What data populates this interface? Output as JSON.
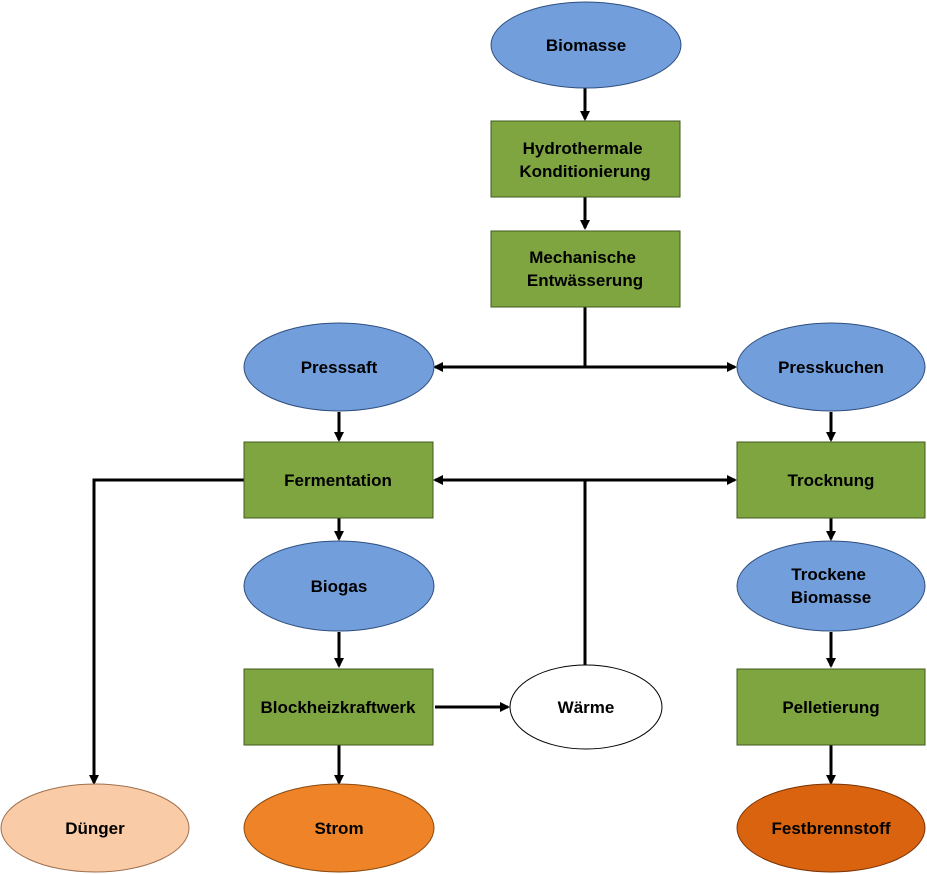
{
  "colors": {
    "ellipse_blue": "#729fdc",
    "box_green": "#7ea540",
    "duenger": "#f9cba6",
    "strom": "#ee8427",
    "festbrennstoff": "#d9630f",
    "waerme": "#ffffff",
    "stroke": "#000000"
  },
  "nodes": {
    "biomasse": {
      "lines": [
        "Biomasse"
      ]
    },
    "hydrothermale": {
      "lines": [
        "Hydrothermale",
        "Konditionierung"
      ]
    },
    "mechanische": {
      "lines": [
        "Mechanische",
        "Entwässerung"
      ]
    },
    "presssaft": {
      "lines": [
        "Presssaft"
      ]
    },
    "presskuchen": {
      "lines": [
        "Presskuchen"
      ]
    },
    "fermentation": {
      "lines": [
        "Fermentation"
      ]
    },
    "trocknung": {
      "lines": [
        "Trocknung"
      ]
    },
    "biogas": {
      "lines": [
        "Biogas"
      ]
    },
    "trockene_biomasse": {
      "lines": [
        "Trockene",
        "Biomasse"
      ]
    },
    "bhkw": {
      "lines": [
        "Blockheizkraftwerk"
      ]
    },
    "waerme": {
      "lines": [
        "Wärme"
      ]
    },
    "pelletierung": {
      "lines": [
        "Pelletierung"
      ]
    },
    "duenger": {
      "lines": [
        "Dünger"
      ]
    },
    "strom": {
      "lines": [
        "Strom"
      ]
    },
    "festbrennstoff": {
      "lines": [
        "Festbrennstoff"
      ]
    }
  }
}
